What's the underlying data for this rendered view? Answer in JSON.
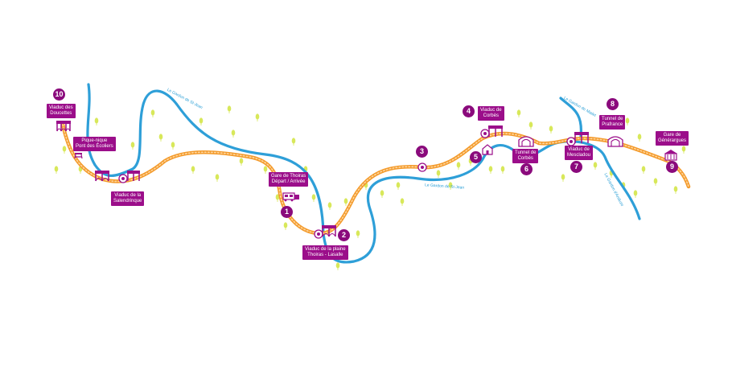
{
  "colors": {
    "river": "#2e9fd8",
    "railway": "#f39a2b",
    "label_bg": "#9b0e8a",
    "number_bg": "#8a0a7c",
    "tree": "#d8e85a"
  },
  "river_names": [
    {
      "text": "Le Gardon de St-Jean"
    },
    {
      "text": "Le Gardon de St-Jean"
    },
    {
      "text": "Le Gardon de Mialet"
    },
    {
      "text": "Le Gardon d'Anduze"
    }
  ],
  "stops": [
    {
      "number": "10",
      "label": "Viaduc des\nDoucettes",
      "icon": "viaduct-icon"
    },
    {
      "number": "",
      "label": "Pique-nique\nPont des Écoliers",
      "icon": "picnic-icon"
    },
    {
      "number": "",
      "label": "Viaduc de la\nSalendrinque",
      "icon": "viaduct-icon"
    },
    {
      "number": "1",
      "label": "Gare de Thoiras\nDépart / Arrivée",
      "icon": "train-icon"
    },
    {
      "number": "2",
      "label": "Viaduc de la plaine\nThoiras - Lasalle",
      "icon": "viaduct-icon"
    },
    {
      "number": "3",
      "label": "",
      "icon": "pin-icon"
    },
    {
      "number": "4",
      "label": "Viaduc de\nCorbès",
      "icon": "viaduct-icon"
    },
    {
      "number": "5",
      "label": "",
      "icon": "church-icon"
    },
    {
      "number": "6",
      "label": "Tunnel de\nCorbès",
      "icon": "tunnel-icon"
    },
    {
      "number": "7",
      "label": "Viaduc de\nMescladou",
      "icon": "viaduct-icon"
    },
    {
      "number": "8",
      "label": "Tunnel de\nPrafrance",
      "icon": "tunnel-icon"
    },
    {
      "number": "9",
      "label": "Gare de\nGénérargues",
      "icon": "station-icon"
    }
  ]
}
